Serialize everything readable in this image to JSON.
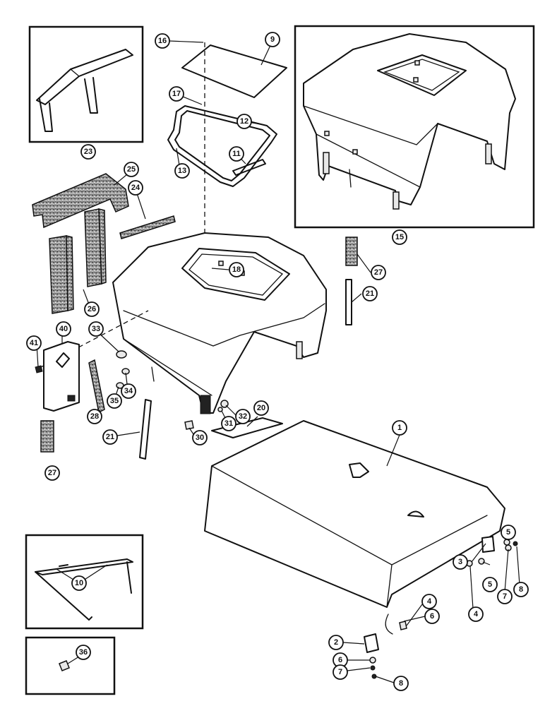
{
  "callouts": {
    "c1": "1",
    "c2": "2",
    "c3": "3",
    "c4a": "4",
    "c4b": "4",
    "c5a": "5",
    "c5b": "5",
    "c6a": "6",
    "c6b": "6",
    "c7a": "7",
    "c7b": "7",
    "c8a": "8",
    "c8b": "8",
    "c9": "9",
    "c10": "10",
    "c11": "11",
    "c12": "12",
    "c13": "13",
    "c15": "15",
    "c16": "16",
    "c17": "17",
    "c18": "18",
    "c20": "20",
    "c21a": "21",
    "c21b": "21",
    "c23": "23",
    "c24": "24",
    "c25": "25",
    "c26": "26",
    "c27a": "27",
    "c27b": "27",
    "c28": "28",
    "c30": "30",
    "c31": "31",
    "c32": "32",
    "c33": "33",
    "c34": "34",
    "c35": "35",
    "c36": "36",
    "c40": "40",
    "c41": "41"
  },
  "colors": {
    "line": "#111111",
    "background": "#ffffff",
    "foam": "#555555"
  }
}
